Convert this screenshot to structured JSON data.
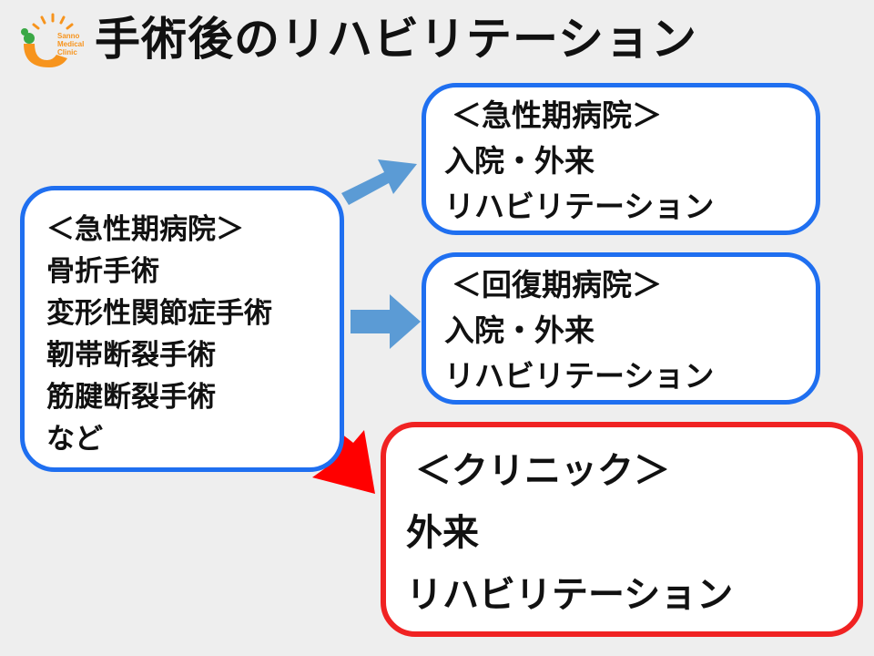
{
  "title": "手術後のリハビリテーション",
  "logo": {
    "text": [
      "Sanno",
      "Medical",
      "Clinic"
    ]
  },
  "left_box": {
    "lines": [
      "＜急性期病院＞",
      "骨折手術",
      "変形性関節症手術",
      "靭帯断裂手術",
      "筋腱断裂手術",
      "など"
    ]
  },
  "acute_box": {
    "lines": [
      "＜急性期病院＞",
      "入院・外来",
      "リハビリテーション"
    ]
  },
  "recovery_box": {
    "lines": [
      "＜回復期病院＞",
      "入院・外来",
      "リハビリテーション"
    ]
  },
  "clinic_box": {
    "lines": [
      "＜クリニック＞",
      "外来",
      "リハビリテーション"
    ]
  },
  "colors": {
    "blue": "#1f6ff0",
    "red": "#f02222",
    "arrow_blue": "#5b9bd5",
    "logo_orange": "#f7941d"
  }
}
